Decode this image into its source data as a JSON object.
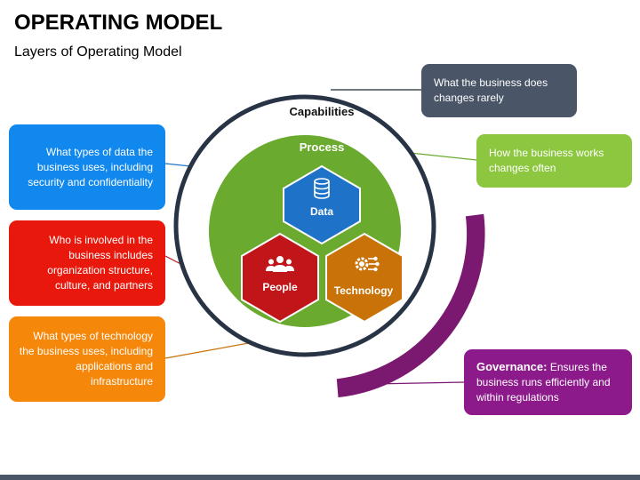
{
  "header": {
    "title": "OPERATING MODEL",
    "subtitle": "Layers of Operating Model"
  },
  "diagram": {
    "outer_ring_label": "Capabilities",
    "inner_circle_label": "Process",
    "hexagons": [
      {
        "label": "Data",
        "icon": "database-icon",
        "color": "#1e73c8"
      },
      {
        "label": "People",
        "icon": "people-icon",
        "color": "#c0161a"
      },
      {
        "label": "Technology",
        "icon": "gear-circuit-icon",
        "color": "#c87208"
      }
    ],
    "colors": {
      "process_green": "#6aaa2e",
      "ring_dark": "#283445",
      "governance_purple": "#7b1870"
    }
  },
  "callouts": {
    "data": {
      "text": "What types of data the business uses, including security and confidentiality",
      "color": "#1188ee"
    },
    "people": {
      "text": "Who is involved in the business includes organization structure, culture, and partners",
      "color": "#e8180c"
    },
    "technology": {
      "text": "What types of technology the business uses, including applications and infrastructure",
      "color": "#f5870a"
    },
    "capabilities": {
      "text": "What the business does changes rarely",
      "color": "#4a5568"
    },
    "process": {
      "text": "How the business works changes often",
      "color": "#8dc63f"
    },
    "governance": {
      "title": "Governance:",
      "text": "Ensures the business runs efficiently and within regulations",
      "color": "#8c1a8a"
    }
  }
}
